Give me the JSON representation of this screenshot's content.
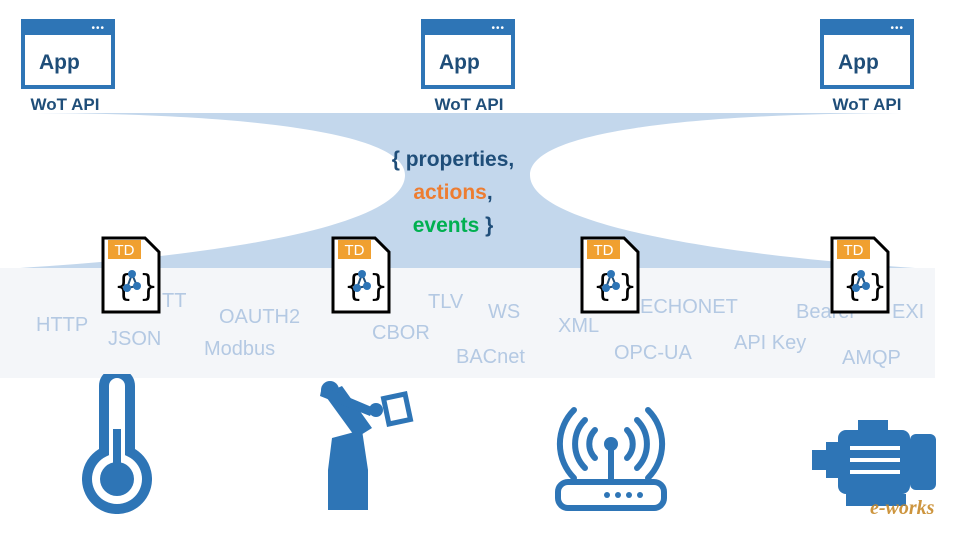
{
  "apps": [
    {
      "label": "App",
      "api": "WoT API"
    },
    {
      "label": "App",
      "api": "WoT API"
    },
    {
      "label": "App",
      "api": "WoT API"
    }
  ],
  "interaction": {
    "open": "{ properties,",
    "actions": "actions",
    "comma": ",",
    "events": "events",
    "close": " }"
  },
  "td_label": "TD",
  "protocols": [
    "HTTP",
    "TT",
    "JSON",
    "OAUTH2",
    "Modbus",
    "TLV",
    "CBOR",
    "WS",
    "BACnet",
    "XML",
    "ECHONET",
    "OPC-UA",
    "Bearer",
    "API Key",
    "EXI",
    "AMQP"
  ],
  "watermark": "e-works",
  "colors": {
    "primary": "#2e75b6",
    "dark": "#1f4e79",
    "band": "#c3d7ec",
    "orange": "#ed7d31",
    "green": "#00b050",
    "td_orange": "#f0a030",
    "proto": "#b4c9e3"
  },
  "devices": [
    "thermometer-icon",
    "robot-arm-icon",
    "wireless-router-icon",
    "electric-motor-icon"
  ]
}
